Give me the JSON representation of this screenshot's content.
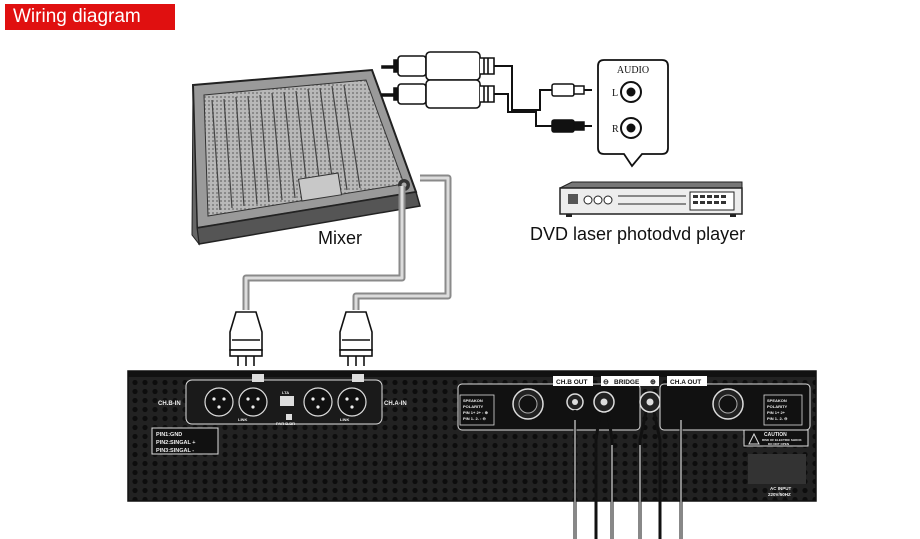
{
  "title": "Wiring diagram",
  "devices": {
    "mixer": {
      "label": "Mixer"
    },
    "dvd": {
      "label": "DVD laser photodvd player"
    },
    "audio_bubble": {
      "title": "AUDIO",
      "left": "L",
      "right": "R"
    }
  },
  "amplifier": {
    "ch_b_in": "CH.B-IN",
    "ch_a_in": "CH.A-IN",
    "link_b": "LINK",
    "link_a": "LINK",
    "mode": "LTA",
    "mode_sub": "PAR  B.BR",
    "pins": [
      "PIN1:GND",
      "PIN2:SINGAL +",
      "PIN3:SINGAL -"
    ],
    "speakon_left": [
      "SPEAKON",
      "POLARITY",
      "PIN 1+ 2+ : ⊕",
      "PIN 1- 2- : ⊖"
    ],
    "speakon_right": [
      "SPEAKON",
      "POLARITY",
      "PIN 1+ 2+",
      "PIN 1- 2- ⊖"
    ],
    "ch_b_out": "CH.B OUT",
    "bridge": "BRIDGE",
    "bridge_minus": "⊖",
    "bridge_plus": "⊕",
    "ch_a_out": "CH.A OUT",
    "caution": "CAUTION",
    "caution_sub": [
      "RISK OF ELECTRIC SHOCK",
      "DO NOT OPEN"
    ],
    "ac_input": [
      "AC INPUT",
      "220V/50HZ"
    ]
  }
}
